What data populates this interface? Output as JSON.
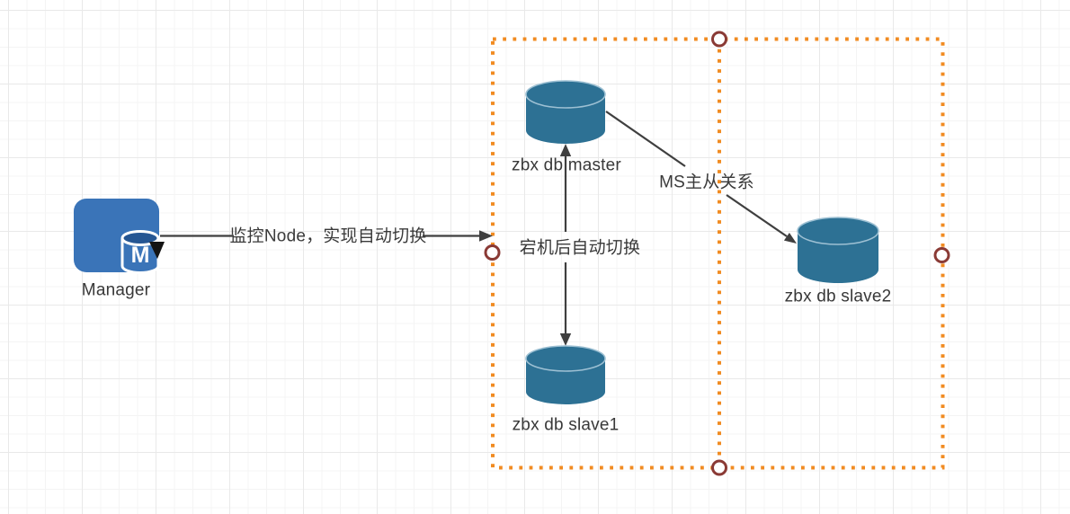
{
  "canvas": {
    "type": "diagram-grid-canvas"
  },
  "nodes": [
    {
      "id": "manager",
      "label": "Manager",
      "icon": "manager-database-icon"
    },
    {
      "id": "zbx-db-master",
      "label": "zbx db master",
      "icon": "database-cylinder-icon"
    },
    {
      "id": "zbx-db-slave1",
      "label": "zbx db slave1",
      "icon": "database-cylinder-icon"
    },
    {
      "id": "zbx-db-slave2",
      "label": "zbx db slave2",
      "icon": "database-cylinder-icon"
    }
  ],
  "edges": [
    {
      "id": "manager-to-cluster",
      "from": "Manager",
      "to": "cluster",
      "label": "监控Node，实现自动切换",
      "arrow": "single-right"
    },
    {
      "id": "master-slave1",
      "from": "zbx db master",
      "to": "zbx db slave1",
      "label": "宕机后自动切换",
      "arrow": "double-vertical"
    },
    {
      "id": "master-slave2",
      "from": "zbx db master",
      "to": "zbx db slave2",
      "label": "MS主从关系",
      "arrow": "single-diagonal"
    }
  ],
  "selection": {
    "style": "orange-dotted-rectangle-with-center-divider",
    "handle_count": 4,
    "handle_icon": "circle-handle"
  },
  "colors": {
    "cylinder_fill": "#2d7194",
    "cylinder_highlight": "#9dc0d3",
    "manager_icon_fill": "#3a74b8",
    "manager_cylinder_top": "#255693",
    "selection_border": "#f18b21",
    "handle_ring": "#8a3a35",
    "arrow": "#3f3f3f",
    "label_text": "#383838",
    "grid_minor": "#f4f4f4",
    "grid_major": "#e9e9e9"
  }
}
